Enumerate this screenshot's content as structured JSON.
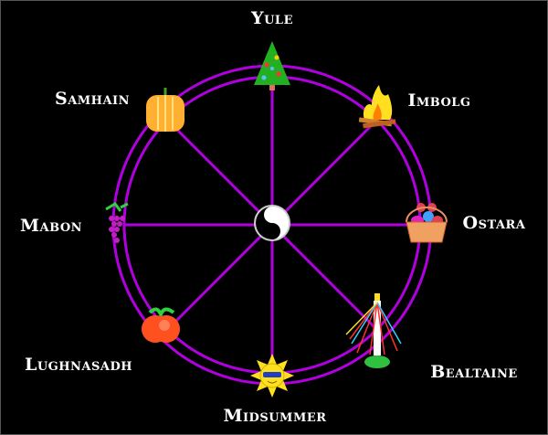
{
  "title": "Wheel of the Year",
  "colors": {
    "wheel": "#b000e0",
    "background": "#000000",
    "label": "#ffffff"
  },
  "center_icon": "yin-yang-icon",
  "sabbats": [
    {
      "name": "Yule",
      "icon": "christmas-tree-icon"
    },
    {
      "name": "Imbolg",
      "icon": "bonfire-icon"
    },
    {
      "name": "Ostara",
      "icon": "egg-basket-icon"
    },
    {
      "name": "Bealtaine",
      "icon": "maypole-icon"
    },
    {
      "name": "Midsummer",
      "icon": "sun-icon"
    },
    {
      "name": "Lughnasadh",
      "icon": "apple-icon"
    },
    {
      "name": "Mabon",
      "icon": "grapes-icon"
    },
    {
      "name": "Samhain",
      "icon": "pumpkin-icon"
    }
  ]
}
